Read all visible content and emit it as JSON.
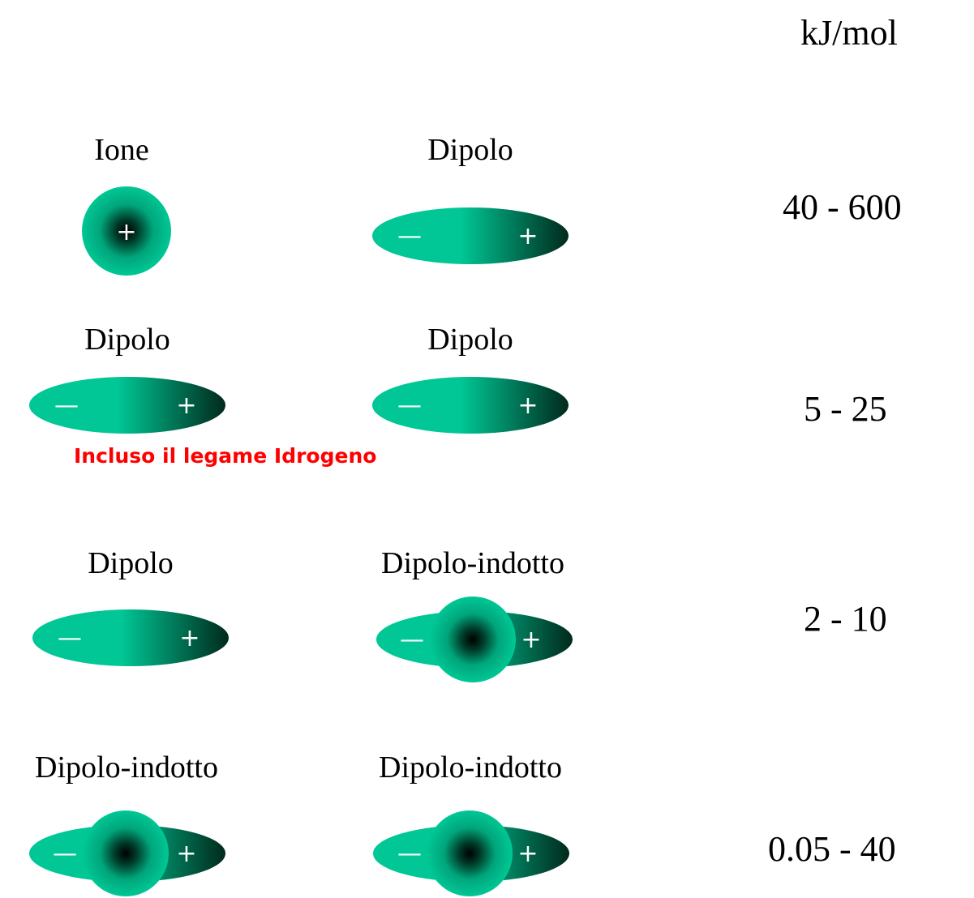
{
  "unit_header": "kJ/mol",
  "colors": {
    "shape_light": "#00C795",
    "shape_dark": "#002A1D",
    "sign": "#FFFFFF",
    "note": "#FF0000"
  },
  "signs": {
    "plus": "+",
    "minus": "—"
  },
  "rows": [
    {
      "left_label": "Ione",
      "right_label": "Dipolo",
      "energy": "40 - 600",
      "left_shape": "ion",
      "right_shape": "dipole"
    },
    {
      "left_label": "Dipolo",
      "right_label": "Dipolo",
      "energy": "5 -  25",
      "left_shape": "dipole",
      "right_shape": "dipole",
      "note": "Incluso il legame Idrogeno"
    },
    {
      "left_label": "Dipolo",
      "right_label": "Dipolo-indotto",
      "energy": "2 -  10",
      "left_shape": "dipole",
      "right_shape": "induced-dipole"
    },
    {
      "left_label": "Dipolo-indotto",
      "right_label": "Dipolo-indotto",
      "energy": "0.05 -  40",
      "left_shape": "induced-dipole",
      "right_shape": "induced-dipole"
    }
  ]
}
